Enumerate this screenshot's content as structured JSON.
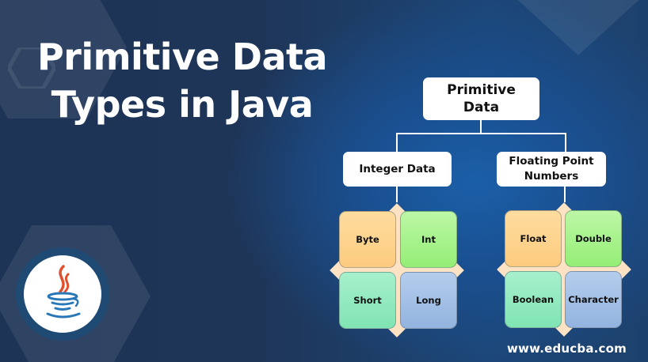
{
  "title": {
    "line1": "Primitive Data",
    "line2": "Types in Java"
  },
  "logo": {
    "icon": "java-coffee-cup-icon"
  },
  "diagram": {
    "root": {
      "line1": "Primitive",
      "line2": "Data"
    },
    "branches": [
      {
        "label_line1": "Integer Data",
        "label_line2": "",
        "tiles": [
          "Byte",
          "Int",
          "Short",
          "Long"
        ]
      },
      {
        "label_line1": "Floating Point",
        "label_line2": "Numbers",
        "tiles": [
          "Float",
          "Double",
          "Boolean",
          "Character"
        ]
      }
    ]
  },
  "colors": {
    "background": "#1d3456",
    "accent_blue": "#1b5fa8",
    "diamond": "#fde3c4",
    "tile_orange": "#fdcb7f",
    "tile_green": "#94ee76",
    "tile_teal": "#80e4b3",
    "tile_blue": "#93b4e0"
  },
  "footer": {
    "website": "www.educba.com"
  }
}
